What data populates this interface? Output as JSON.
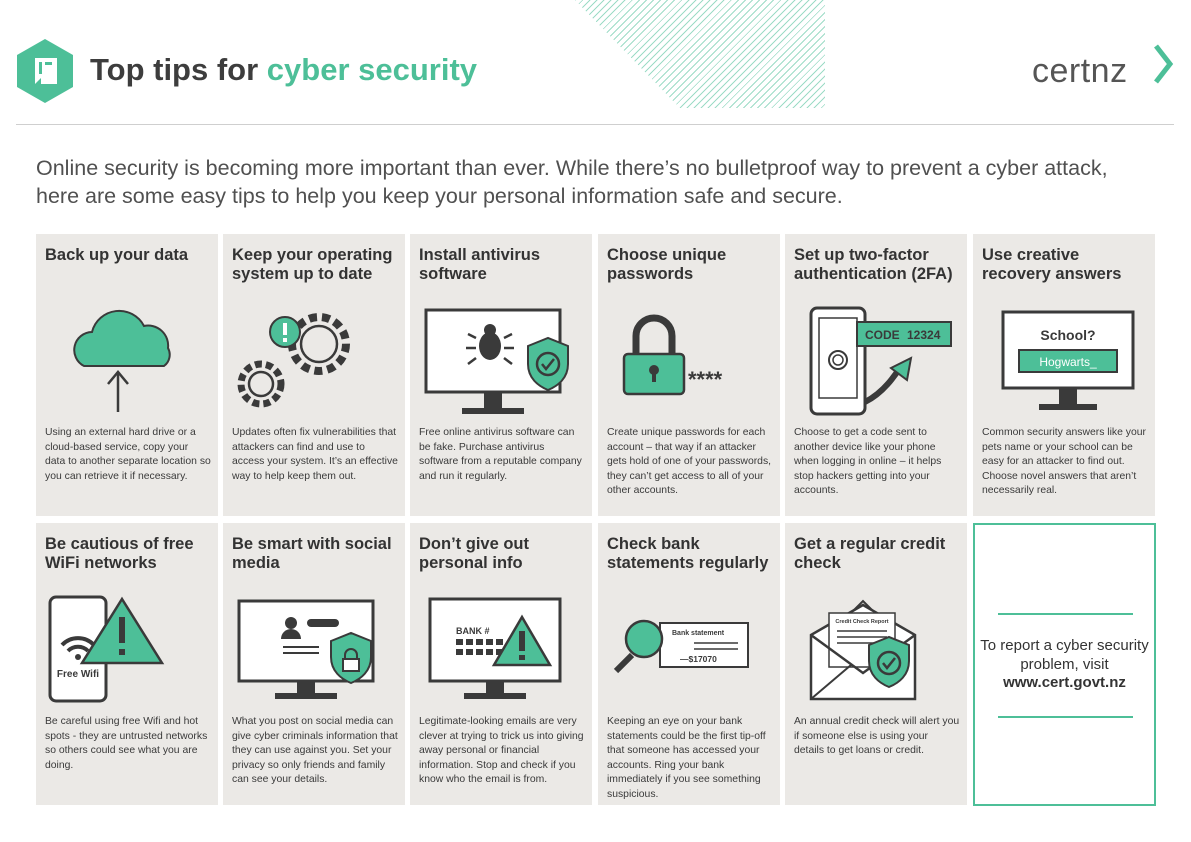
{
  "header": {
    "title_part1": "Top tips for ",
    "title_part2": "cyber security",
    "brand": "certnz"
  },
  "intro": "Online security is becoming more important than ever. While there’s no bulletproof way to prevent a cyber attack, here are some easy tips to help you keep your personal information safe and secure.",
  "tips": [
    {
      "title": "Back up your data",
      "text": "Using an external hard drive or a cloud-based service, copy your data to another separate location so you can retrieve it if necessary."
    },
    {
      "title": "Keep your operating system up to date",
      "text": "Updates often fix vulnerabilities that attackers can find and use to access your system. It’s an effective way to help keep them out."
    },
    {
      "title": "Install antivirus software",
      "text": "Free online antivirus software can be fake. Purchase antivirus software from a reputable company and run it regularly."
    },
    {
      "title": "Choose unique passwords",
      "text": "Create unique passwords for each account – that way if an attacker gets hold of one of your passwords, they can’t get access to all of your other accounts."
    },
    {
      "title": "Set up two-factor authentication (2FA)",
      "text": "Choose to get a code sent to another device like your phone when logging in online – it helps stop hackers getting into your accounts."
    },
    {
      "title": "Use creative recovery answers",
      "text": "Common security answers like your pets name or your school can be easy for an attacker to find out. Choose novel answers that aren’t necessarily real."
    },
    {
      "title": "Be cautious of free WiFi networks",
      "text": "Be careful using free Wifi and hot spots - they are untrusted networks so others could see what you are doing."
    },
    {
      "title": "Be smart with social media",
      "text": "What you post on social media can give cyber criminals information that they can use against you. Set your privacy so only friends and family can see your details."
    },
    {
      "title": "Don’t give out personal info",
      "text": "Legitimate-looking emails are very clever at trying to trick us into giving away personal or financial information. Stop and check if you know who the email is from."
    },
    {
      "title": "Check bank statements regularly",
      "text": "Keeping an eye on your bank statements could be the first tip-off that someone has accessed your accounts. Ring your bank immediately if you see something suspicious."
    },
    {
      "title": "Get a regular credit check",
      "text": "An annual credit check will alert you if someone else is using your details to get loans or credit."
    }
  ],
  "icon_text": {
    "password_mask": "****",
    "code_label": "CODE",
    "code_value": "12324",
    "school_q": "School?",
    "school_a": "Hogwarts_",
    "free_wifi": "Free Wifi",
    "bank_hash": "BANK #",
    "bank_statement": "Bank statement",
    "bank_amount": "—$17070",
    "credit_report": "Credit Check Report"
  },
  "report": {
    "text": "To report a cyber security problem, visit",
    "url": "www.cert.govt.nz"
  },
  "colors": {
    "accent": "#4dbf98",
    "card": "#ebe9e6",
    "icon_dark": "#3a3a3a"
  }
}
